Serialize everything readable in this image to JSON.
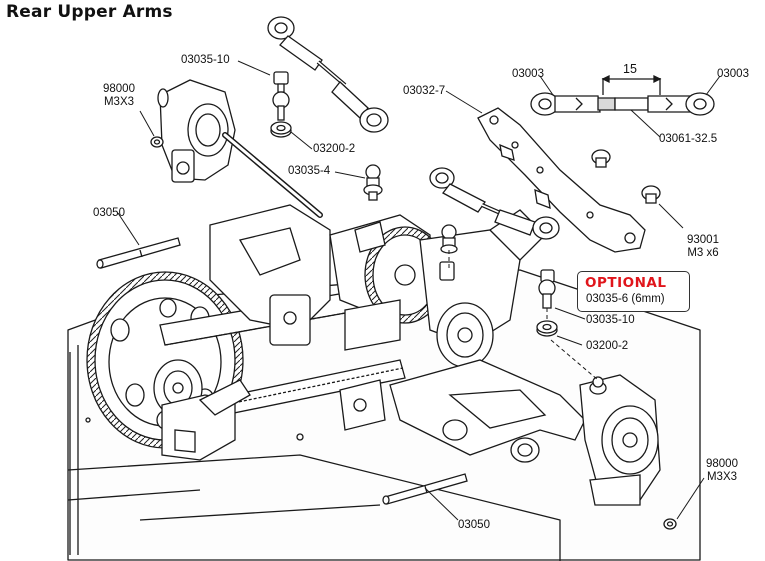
{
  "title": "Rear Upper Arms",
  "labels": {
    "p03035_10_top": "03035-10",
    "p98000_top_a": "98000",
    "p98000_top_b": "M3X3",
    "p03200_2_top": "03200-2",
    "p03035_4": "03035-4",
    "p03050_left": "03050",
    "p03032_7": "03032-7",
    "p03003_left": "03003",
    "p03003_right": "03003",
    "dim_15": "15",
    "p03061": "03061-32.5",
    "p93001_a": "93001",
    "p93001_b": "M3 x6",
    "p03035_10_right": "03035-10",
    "p03200_2_right": "03200-2",
    "p98000_bottom_a": "98000",
    "p98000_bottom_b": "M3X3",
    "p03050_bottom": "03050"
  },
  "optional": {
    "title": "OPTIONAL",
    "subtitle": "03035-6 (6mm)"
  },
  "colors": {
    "line": "#1a1a1a",
    "part_fill": "#ffffff",
    "shade": "#d9d9d9",
    "optional_red": "#e0151b"
  }
}
